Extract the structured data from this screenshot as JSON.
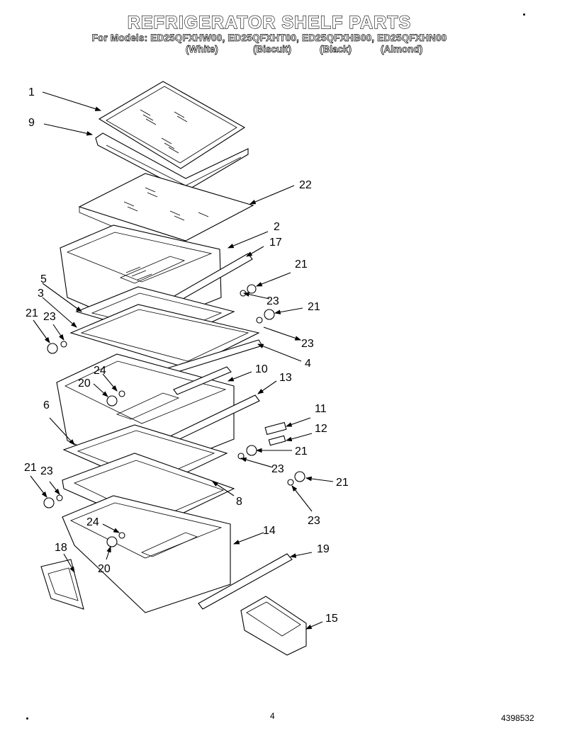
{
  "header": {
    "title": "REFRIGERATOR SHELF PARTS",
    "models_line": "For Models: ED25QFXHW00, ED25QFXHT00, ED25QFXHB00, ED25QFXHN00",
    "colors": [
      "(White)",
      "(Biscuit)",
      "(Black)",
      "(Almond)"
    ]
  },
  "callouts": [
    "1",
    "9",
    "22",
    "2",
    "17",
    "21",
    "23",
    "21",
    "5",
    "3",
    "21",
    "23",
    "23",
    "4",
    "24",
    "20",
    "10",
    "13",
    "6",
    "11",
    "12",
    "21",
    "21",
    "23",
    "23",
    "21",
    "8",
    "23",
    "24",
    "14",
    "18",
    "19",
    "20",
    "15"
  ],
  "footer": {
    "page_number": "4",
    "part_number": "4398532"
  }
}
